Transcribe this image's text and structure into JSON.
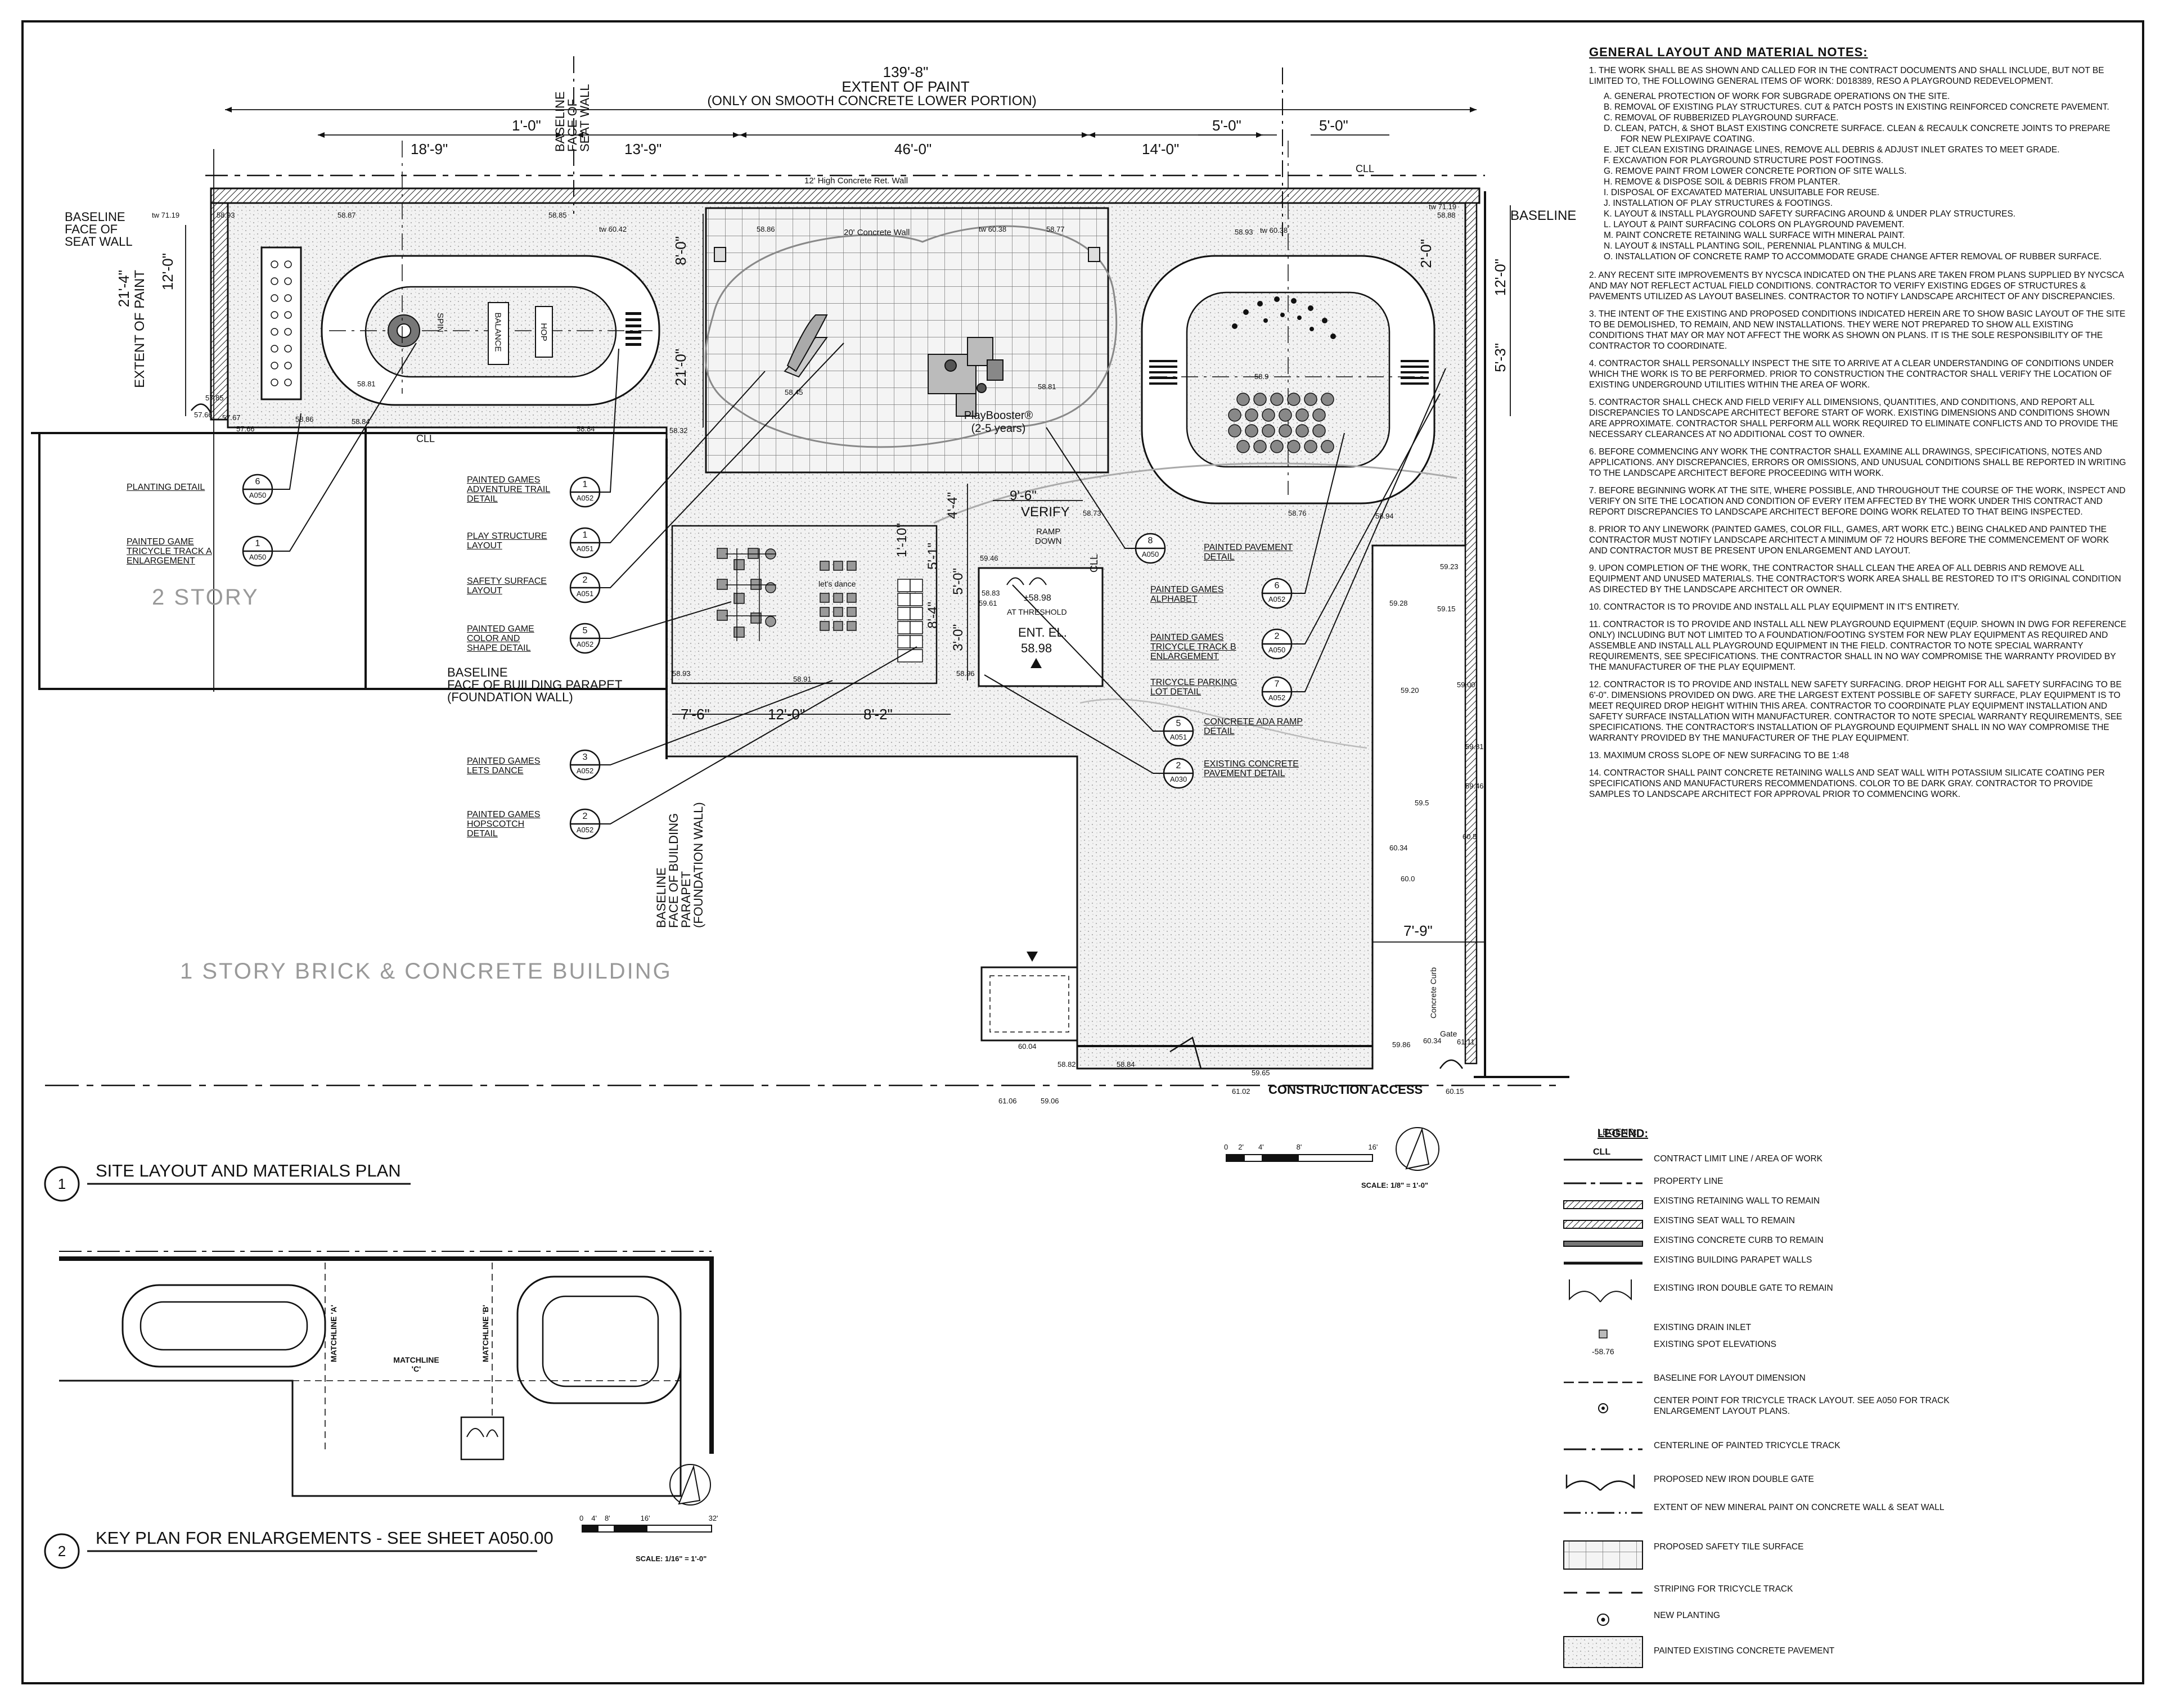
{
  "site_plan": {
    "title": "SITE LAYOUT AND MATERIALS PLAN",
    "number": "1",
    "scale": "SCALE: 1/8\" = 1'-0\"",
    "scale_ticks": [
      "0",
      "2'",
      "4'",
      "8'",
      "16'"
    ],
    "extent_paint_dim": "139'-8\"",
    "extent_paint_label_1": "EXTENT OF PAINT",
    "extent_paint_label_2": "(ONLY ON SMOOTH CONCRETE LOWER PORTION)",
    "baseline_seat_wall_top": [
      "BASELINE",
      "FACE OF",
      "SEAT WALL"
    ],
    "baseline_seat_wall_left": [
      "BASELINE",
      "FACE OF",
      "SEAT WALL"
    ],
    "baseline_right": "BASELINE",
    "extent_paint_vertical": "EXTENT OF PAINT",
    "dims_top": [
      "1'-0\"",
      "18'-9\"",
      "13'-9\"",
      "46'-0\"",
      "14'-0\"",
      "5'-0\"",
      "5'-0\""
    ],
    "dims_left": [
      "21'-4\"",
      "12'-0\""
    ],
    "dims_right": [
      "2'-0\"",
      "12'-0\"",
      "5'-3\""
    ],
    "dims_mid": [
      "8'-0\"",
      "21'-0\""
    ],
    "dims_bottom": [
      "7'-6\"",
      "12'-0\"",
      "8'-2\""
    ],
    "dims_ramp": [
      "9'-6\"",
      "VERIFY",
      "4'-4\"",
      "1'-10\"",
      "5'-1\"",
      "5'-0\"",
      "8'-4\"",
      "3'-0\""
    ],
    "dim_7_9": "7'-9\"",
    "cll": "CLL",
    "high_wall": "12' High Concrete Ret. Wall",
    "concrete_wall": "20' Concrete Wall",
    "playbooster": "PlayBooster®",
    "playbooster_age": "(2-5 years)",
    "ramp_down": [
      "RAMP",
      "DOWN"
    ],
    "threshold": "±58.98",
    "at_threshold": "AT THRESHOLD",
    "ent_el": "ENT. EL.",
    "ent_el_val": "58.98",
    "two_story": "2 STORY",
    "one_story": "1 STORY BRICK & CONCRETE BUILDING",
    "construction_access": "CONSTRUCTION ACCESS",
    "baseline_parapet_1": [
      "BASELINE",
      "FACE OF BUILDING PARAPET",
      "(FOUNDATION WALL)"
    ],
    "baseline_parapet_2": [
      "BASELINE",
      "FACE OF BUILDING PARAPET",
      "(FOUNDATION WALL)"
    ],
    "lets_dance": "let's dance",
    "track_words": [
      "SPIN",
      "BALANCE",
      "HOP"
    ],
    "concrete_curb": "Concrete Curb",
    "gate": "Gate",
    "spot_elevations": [
      "58.93",
      "58.87",
      "58.85",
      "tw 60.42",
      "58.86",
      "tw 60.38",
      "58.77",
      "58.93",
      "tw 60.38",
      "58.88",
      "tw 71.19",
      "58.81",
      "58.86",
      "58.84",
      "58.84",
      "58.32",
      "58.45",
      "58.81",
      "58.9",
      "58.76",
      "58.94",
      "59.28",
      "59.15",
      "59.23",
      "58.93",
      "58.91",
      "58.96",
      "58.83",
      "58.73",
      "59.61",
      "59.46",
      "60.34",
      "59.81",
      "60.04",
      "58.82",
      "58.84",
      "59.86",
      "59.65",
      "60.34",
      "61.02",
      "60.15",
      "61.11",
      "61.06",
      "59.06",
      "59.46",
      "59.00",
      "59.20",
      "59.5",
      "60.0",
      "60.5",
      "tw 71.19",
      "57.66",
      "57.85",
      "57.67",
      "57.66"
    ]
  },
  "callouts": [
    {
      "label": "PLANTING DETAIL",
      "num": "6",
      "sheet": "A050"
    },
    {
      "label": "PAINTED GAME\nTRICYCLE TRACK A\nENLARGEMENT",
      "num": "1",
      "sheet": "A050"
    },
    {
      "label": "PAINTED GAMES\nADVENTURE TRAIL\nDETAIL",
      "num": "1",
      "sheet": "A052"
    },
    {
      "label": "PLAY STRUCTURE\nLAYOUT",
      "num": "1",
      "sheet": "A051"
    },
    {
      "label": "SAFETY SURFACE\nLAYOUT",
      "num": "2",
      "sheet": "A051"
    },
    {
      "label": "PAINTED GAME\nCOLOR AND\nSHAPE DETAIL",
      "num": "5",
      "sheet": "A052"
    },
    {
      "label": "PAINTED GAMES\nLETS DANCE",
      "num": "3",
      "sheet": "A052"
    },
    {
      "label": "PAINTED GAMES\nHOPSCOTCH\nDETAIL",
      "num": "2",
      "sheet": "A052"
    },
    {
      "label": "PAINTED PAVEMENT\nDETAIL",
      "num": "8",
      "sheet": "A050"
    },
    {
      "label": "PAINTED GAMES\nALPHABET",
      "num": "6",
      "sheet": "A052"
    },
    {
      "label": "PAINTED GAMES\nTRICYCLE TRACK B\nENLARGEMENT",
      "num": "2",
      "sheet": "A050"
    },
    {
      "label": "TRICYCLE PARKING\nLOT DETAIL",
      "num": "7",
      "sheet": "A052"
    },
    {
      "label": "CONCRETE ADA RAMP\nDETAIL",
      "num": "5",
      "sheet": "A051"
    },
    {
      "label": "EXISTING CONCRETE\nPAVEMENT DETAIL",
      "num": "2",
      "sheet": "A030"
    }
  ],
  "key_plan": {
    "title": "KEY PLAN FOR ENLARGEMENTS - SEE SHEET A050.00",
    "number": "2",
    "scale": "SCALE: 1/16\" = 1'-0\"",
    "scale_ticks": [
      "0",
      "4'",
      "8'",
      "16'",
      "32'"
    ],
    "matchline_a": "MATCHLINE 'A'",
    "matchline_b": "MATCHLINE 'B'",
    "matchline_c": "MATCHLINE 'C'"
  },
  "notes": {
    "title": "GENERAL LAYOUT AND MATERIAL NOTES:",
    "n1": "1. THE WORK SHALL BE AS SHOWN AND CALLED FOR IN THE CONTRACT DOCUMENTS AND SHALL INCLUDE, BUT NOT BE LIMITED TO, THE FOLLOWING GENERAL ITEMS OF WORK: D018389, RESO A PLAYGROUND REDEVELOPMENT.",
    "sub": [
      "A.  GENERAL PROTECTION OF WORK FOR SUBGRADE OPERATIONS ON THE SITE.",
      "B.  REMOVAL OF EXISTING PLAY STRUCTURES. CUT & PATCH POSTS IN EXISTING REINFORCED CONCRETE PAVEMENT.",
      "C.  REMOVAL OF RUBBERIZED PLAYGROUND SURFACE.",
      "D.  CLEAN, PATCH, & SHOT BLAST EXISTING CONCRETE SURFACE. CLEAN & RECAULK CONCRETE JOINTS TO PREPARE FOR NEW PLEXIPAVE COATING.",
      "E.  JET CLEAN EXISTING DRAINAGE LINES, REMOVE ALL DEBRIS & ADJUST INLET GRATES TO MEET GRADE.",
      "F.  EXCAVATION FOR PLAYGROUND STRUCTURE POST FOOTINGS.",
      "G.  REMOVE PAINT FROM LOWER CONCRETE PORTION OF SITE WALLS.",
      "H.  REMOVE & DISPOSE SOIL & DEBRIS FROM PLANTER.",
      "I.  DISPOSAL OF EXCAVATED MATERIAL UNSUITABLE FOR REUSE.",
      "J.  INSTALLATION OF PLAY STRUCTURES & FOOTINGS.",
      "K.  LAYOUT & INSTALL PLAYGROUND SAFETY SURFACING AROUND & UNDER PLAY STRUCTURES.",
      "L.  LAYOUT & PAINT SURFACING COLORS ON PLAYGROUND PAVEMENT.",
      "M.  PAINT CONCRETE RETAINING WALL SURFACE WITH MINERAL PAINT.",
      "N.  LAYOUT & INSTALL PLANTING SOIL, PERENNIAL PLANTING & MULCH.",
      "O.  INSTALLATION OF CONCRETE RAMP TO ACCOMMODATE GRADE CHANGE AFTER REMOVAL OF RUBBER SURFACE."
    ],
    "n2": "2. ANY RECENT SITE IMPROVEMENTS BY NYCSCA INDICATED ON THE PLANS ARE TAKEN FROM PLANS SUPPLIED BY NYCSCA AND MAY NOT REFLECT ACTUAL FIELD CONDITIONS. CONTRACTOR TO VERIFY EXISTING EDGES OF STRUCTURES & PAVEMENTS UTILIZED AS LAYOUT BASELINES. CONTRACTOR TO NOTIFY LANDSCAPE ARCHITECT OF ANY DISCREPANCIES.",
    "n3": "3. THE INTENT OF THE EXISTING AND PROPOSED CONDITIONS INDICATED HEREIN ARE TO SHOW BASIC LAYOUT OF THE SITE TO BE DEMOLISHED, TO REMAIN, AND NEW INSTALLATIONS. THEY WERE NOT PREPARED TO SHOW ALL EXISTING CONDITIONS THAT MAY OR MAY NOT AFFECT THE WORK AS SHOWN ON PLANS. IT IS THE SOLE RESPONSIBILITY OF THE CONTRACTOR TO COORDINATE.",
    "n4": "4. CONTRACTOR SHALL PERSONALLY INSPECT THE SITE TO ARRIVE AT A CLEAR UNDERSTANDING OF CONDITIONS UNDER WHICH THE WORK IS TO BE PERFORMED. PRIOR TO CONSTRUCTION THE CONTRACTOR SHALL VERIFY THE LOCATION OF EXISTING UNDERGROUND UTILITIES WITHIN THE AREA OF WORK.",
    "n5": "5. CONTRACTOR SHALL CHECK AND FIELD VERIFY ALL DIMENSIONS, QUANTITIES, AND CONDITIONS, AND REPORT ALL DISCREPANCIES TO LANDSCAPE ARCHITECT BEFORE START OF WORK. EXISTING DIMENSIONS AND CONDITIONS SHOWN ARE APPROXIMATE. CONTRACTOR SHALL PERFORM ALL WORK REQUIRED TO ELIMINATE CONFLICTS AND TO PROVIDE THE NECESSARY CLEARANCES AT NO ADDITIONAL COST TO OWNER.",
    "n6": "6. BEFORE COMMENCING ANY WORK THE CONTRACTOR SHALL EXAMINE ALL DRAWINGS, SPECIFICATIONS, NOTES AND APPLICATIONS. ANY DISCREPANCIES, ERRORS OR OMISSIONS, AND UNUSUAL CONDITIONS SHALL BE REPORTED IN WRITING TO THE LANDSCAPE ARCHITECT BEFORE PROCEEDING WITH WORK.",
    "n7": "7. BEFORE BEGINNING WORK AT THE SITE, WHERE POSSIBLE, AND THROUGHOUT THE COURSE OF THE WORK, INSPECT AND VERIFY ON SITE THE LOCATION AND CONDITION OF EVERY ITEM AFFECTED BY THE WORK UNDER THIS CONTRACT AND REPORT DISCREPANCIES TO LANDSCAPE ARCHITECT BEFORE DOING WORK RELATED TO THAT BEING INSPECTED.",
    "n8": "8. PRIOR TO ANY LINEWORK (PAINTED GAMES, COLOR FILL, GAMES, ART WORK ETC.) BEING CHALKED AND PAINTED THE CONTRACTOR MUST NOTIFY LANDSCAPE ARCHITECT A MINIMUM OF 72 HOURS BEFORE THE COMMENCEMENT OF WORK AND CONTRACTOR MUST BE PRESENT UPON ENLARGEMENT AND LAYOUT.",
    "n9": "9. UPON COMPLETION OF THE WORK, THE CONTRACTOR SHALL CLEAN THE AREA OF ALL DEBRIS AND REMOVE ALL EQUIPMENT AND UNUSED MATERIALS. THE CONTRACTOR'S WORK AREA SHALL BE RESTORED TO IT'S ORIGINAL CONDITION AS DIRECTED BY THE LANDSCAPE ARCHITECT OR OWNER.",
    "n10": "10. CONTRACTOR IS TO PROVIDE AND INSTALL ALL PLAY EQUIPMENT IN IT'S ENTIRETY.",
    "n11": "11. CONTRACTOR IS TO PROVIDE AND INSTALL ALL NEW PLAYGROUND EQUIPMENT (EQUIP. SHOWN IN DWG FOR REFERENCE ONLY) INCLUDING BUT NOT LIMITED TO A FOUNDATION/FOOTING SYSTEM FOR NEW PLAY EQUIPMENT AS REQUIRED AND ASSEMBLE AND INSTALL ALL PLAYGROUND EQUIPMENT IN THE FIELD. CONTRACTOR TO NOTE SPECIAL WARRANTY REQUIREMENTS, SEE SPECIFICATIONS. THE CONTRACTOR SHALL IN NO WAY COMPROMISE THE WARRANTY PROVIDED BY THE MANUFACTURER OF THE PLAY EQUIPMENT.",
    "n12": "12. CONTRACTOR IS TO PROVIDE AND INSTALL NEW SAFETY SURFACING. DROP HEIGHT FOR ALL SAFETY SURFACING TO BE 6'-0\". DIMENSIONS PROVIDED ON DWG. ARE THE LARGEST EXTENT POSSIBLE OF SAFETY SURFACE, PLAY EQUIPMENT IS TO MEET REQUIRED DROP HEIGHT WITHIN THIS AREA. CONTRACTOR TO COORDINATE PLAY EQUIPMENT INSTALLATION AND SAFETY SURFACE INSTALLATION WITH MANUFACTURER. CONTRACTOR TO NOTE SPECIAL WARRANTY REQUIREMENTS, SEE SPECIFICATIONS. THE CONTRACTOR'S INSTALLATION OF PLAYGROUND EQUIPMENT SHALL IN NO WAY COMPROMISE THE WARRANTY PROVIDED BY THE MANUFACTURER OF THE PLAY EQUIPMENT.",
    "n13": "13. MAXIMUM CROSS SLOPE OF NEW SURFACING TO BE 1:48",
    "n14": "14. CONTRACTOR SHALL PAINT CONCRETE RETAINING WALLS AND SEAT WALL WITH POTASSIUM SILICATE COATING PER SPECIFICATIONS AND MANUFACTURERS RECOMMENDATIONS. COLOR TO BE DARK GRAY. CONTRACTOR TO PROVIDE SAMPLES TO LANDSCAPE ARCHITECT FOR APPROVAL PRIOR TO COMMENCING WORK."
  },
  "legend": {
    "title": "LEGEND:",
    "cll_sym": "CLL",
    "items": [
      "CONTRACT LIMIT LINE /  AREA OF WORK",
      "PROPERTY LINE",
      "EXISTING RETAINING WALL TO REMAIN",
      "EXISTING SEAT WALL TO REMAIN",
      "EXISTING CONCRETE CURB TO REMAIN",
      "EXISTING BUILDING PARAPET WALLS",
      "EXISTING IRON DOUBLE GATE TO REMAIN",
      "EXISTING DRAIN INLET",
      "EXISTING SPOT ELEVATIONS",
      "BASELINE FOR LAYOUT DIMENSION",
      "CENTER POINT FOR TRICYCLE TRACK LAYOUT. SEE A050 FOR TRACK ENLARGEMENT LAYOUT PLANS.",
      "CENTERLINE OF PAINTED TRICYCLE TRACK",
      "PROPOSED NEW  IRON DOUBLE GATE",
      "EXTENT OF NEW MINERAL PAINT ON CONCRETE WALL & SEAT WALL",
      "PROPOSED SAFETY TILE SURFACE",
      "STRIPING FOR TRICYCLE TRACK",
      "NEW PLANTING",
      "PAINTED EXISTING CONCRETE PAVEMENT"
    ],
    "spot_sample": "-58.76"
  }
}
